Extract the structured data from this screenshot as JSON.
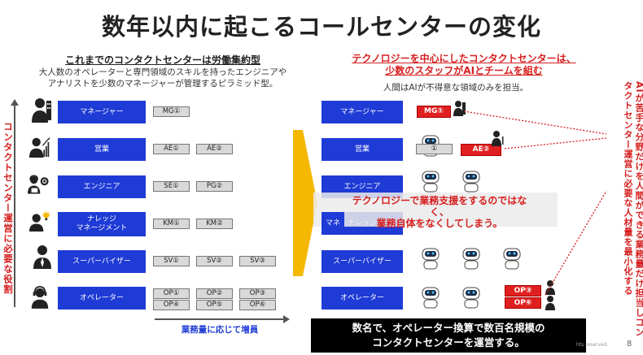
{
  "title": "数年以内に起こるコールセンターの変化",
  "left": {
    "heading": "これまでのコンタクトセンターは労働集約型",
    "desc_line1": "大人数のオペレーターと専門領域のスキルを持ったエンジニアや",
    "desc_line2": "アナリストを少数のマネージャーが管理するピラミッド型。",
    "vertical_label": "コンタクトセンター運営に必要な役割",
    "horizontal_label": "業務量に応じて増員",
    "rows": [
      {
        "role": "マネージャー",
        "chips": [
          "MG①"
        ]
      },
      {
        "role": "営業",
        "chips": [
          "AE①",
          "AE②"
        ]
      },
      {
        "role": "エンジニア",
        "chips": [
          "SE①",
          "PG②"
        ]
      },
      {
        "role_line1": "ナレッジ",
        "role_line2": "マネージメント",
        "chips": [
          "KM①",
          "KM②"
        ]
      },
      {
        "role": "スーパーバイザー",
        "chips": [
          "SV①",
          "SV②",
          "SV③"
        ]
      },
      {
        "role": "オペレーター",
        "chips": [
          "OP①",
          "OP②",
          "OP③",
          "OP④",
          "OP⑤",
          "OP⑥"
        ]
      }
    ]
  },
  "right": {
    "heading_line1": "テクノロジーを中心にしたコンタクトセンターは、",
    "heading_line2": "少数のスタッフがAIとチームを組む",
    "desc": "人間はAIが不得意な領域のみを担当。",
    "vertical_label": "AIが苦手な分野だけを人間ができる業務量だけ担当しコンタクトセンター運営に必要な人材量を最小化する",
    "roles": [
      "マネージャー",
      "営業",
      "エンジニア",
      "ナレッジ",
      "スーパーバイザー",
      "オペレーター"
    ],
    "partial_role": "マネ",
    "mg_chip": "MG①",
    "ae_chip": "AE②",
    "op_chip1": "OP③",
    "op_chip2": "OP⑥",
    "ghost_chip": "①"
  },
  "overlay_line1": "テクノロジーで業務支援をするのではな",
  "overlay_line2": "く、",
  "overlay_line3": "業務自体をなくしてしまう。",
  "bottom_line1": "数名で、オペレーター換算で数百名規模の",
  "bottom_line2": "コンタクトセンターを運営する。",
  "rights_text": "hts reserved.",
  "page_number": "8",
  "colors": {
    "blue": "#1f3bd6",
    "red": "#d61f1f",
    "arrow": "#f5b800"
  }
}
